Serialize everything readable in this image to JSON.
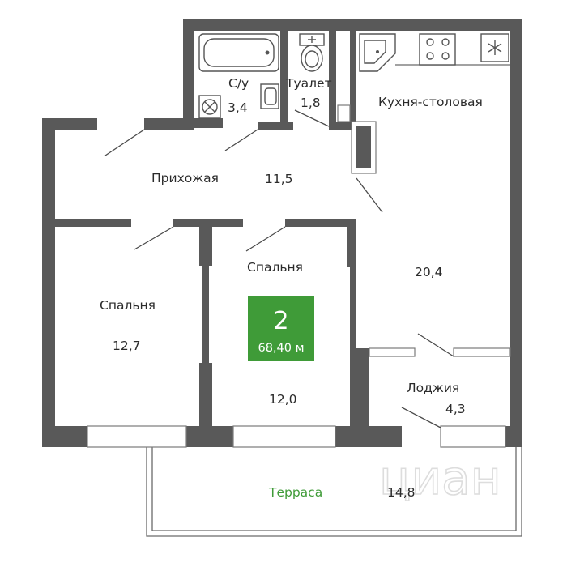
{
  "rooms": {
    "bathroom": {
      "name": "С/у",
      "area": "3,4"
    },
    "toilet": {
      "name": "Туалет",
      "area": "1,8"
    },
    "kitchen": {
      "name": "Кухня-столовая",
      "area": "20,4"
    },
    "hallway": {
      "name": "Прихожая",
      "area": "11,5"
    },
    "bedroom_left": {
      "name": "Спальня",
      "area": "12,7"
    },
    "bedroom_center": {
      "name": "Спальня",
      "area": "12,0"
    },
    "loggia": {
      "name": "Лоджия",
      "area": "4,3"
    },
    "terrace": {
      "name": "Терраса",
      "area": "14,8"
    }
  },
  "badge": {
    "rooms": "2",
    "total_area": "68,40 м",
    "color": "#3f9b38"
  },
  "watermark": {
    "text": "циан"
  },
  "colors": {
    "wall": "#595959",
    "terrace_label": "#3f9b38"
  }
}
